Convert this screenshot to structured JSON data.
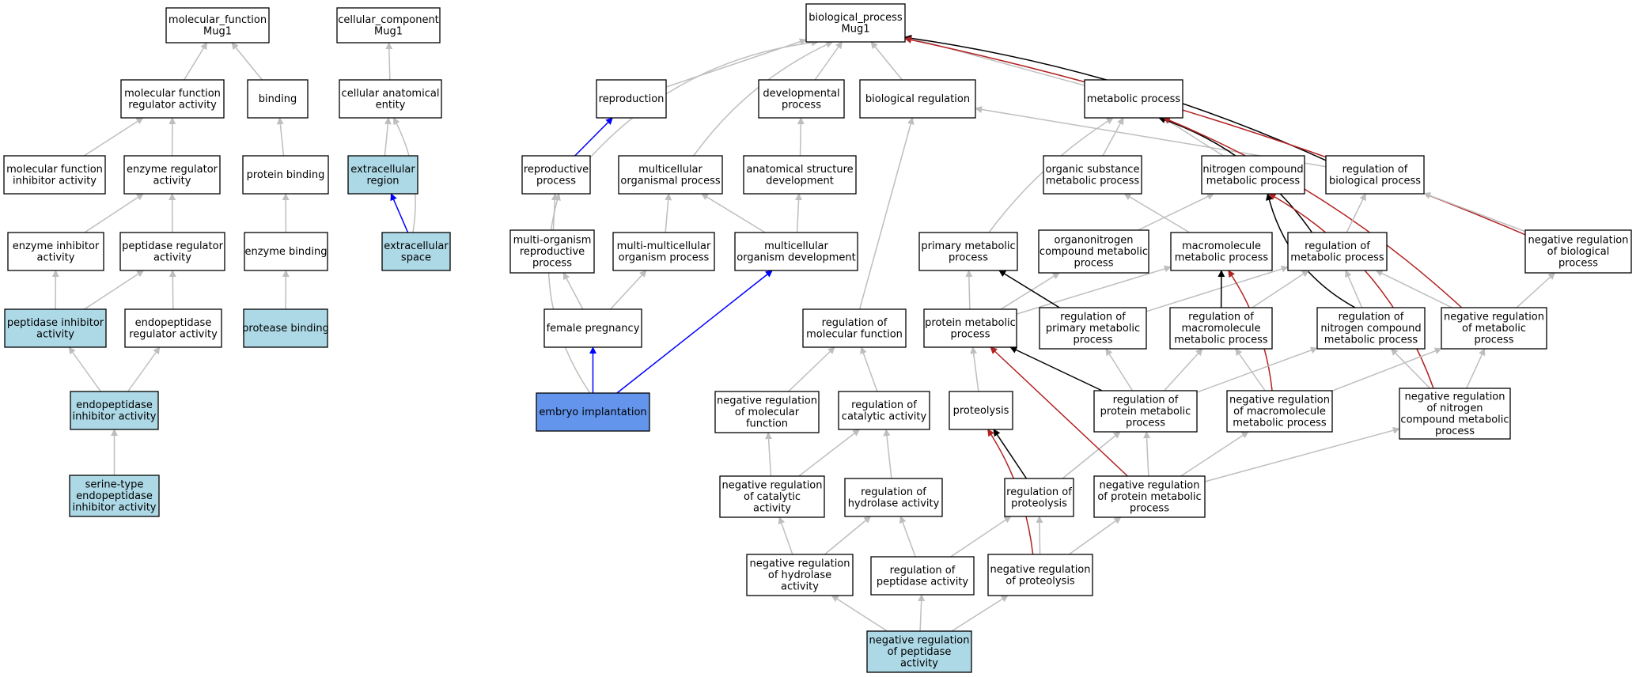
{
  "colors": {
    "default_fill": "#ffffff",
    "highlight_fill": "#add8e6",
    "focus_fill": "#6495ed",
    "is_a": "#bebebe",
    "part_of": "#0000ff",
    "regulates": "#000000",
    "negatively_regulates": "#b22222"
  },
  "nodes": [
    {
      "id": "mf_root",
      "lines": [
        "molecular_function",
        "Mug1"
      ],
      "style": "default"
    },
    {
      "id": "cc_root",
      "lines": [
        "cellular_component",
        "Mug1"
      ],
      "style": "default"
    },
    {
      "id": "bp_root",
      "lines": [
        "biological_process",
        "Mug1"
      ],
      "style": "default"
    },
    {
      "id": "mf_reg",
      "lines": [
        "molecular function",
        "regulator activity"
      ],
      "style": "default"
    },
    {
      "id": "binding",
      "lines": [
        "binding"
      ],
      "style": "default"
    },
    {
      "id": "cell_anat",
      "lines": [
        "cellular anatomical",
        "entity"
      ],
      "style": "default"
    },
    {
      "id": "reproduction",
      "lines": [
        "reproduction"
      ],
      "style": "default"
    },
    {
      "id": "dev_proc",
      "lines": [
        "developmental",
        "process"
      ],
      "style": "default"
    },
    {
      "id": "bio_reg",
      "lines": [
        "biological regulation"
      ],
      "style": "default"
    },
    {
      "id": "metab",
      "lines": [
        "metabolic process"
      ],
      "style": "default"
    },
    {
      "id": "mf_inhib",
      "lines": [
        "molecular function",
        "inhibitor activity"
      ],
      "style": "default"
    },
    {
      "id": "enz_reg",
      "lines": [
        "enzyme regulator",
        "activity"
      ],
      "style": "default"
    },
    {
      "id": "prot_bind",
      "lines": [
        "protein binding"
      ],
      "style": "default"
    },
    {
      "id": "extracell_region",
      "lines": [
        "extracellular",
        "region"
      ],
      "style": "highlight"
    },
    {
      "id": "repro_proc",
      "lines": [
        "reproductive",
        "process"
      ],
      "style": "default"
    },
    {
      "id": "multicell_org",
      "lines": [
        "multicellular",
        "organismal process"
      ],
      "style": "default"
    },
    {
      "id": "anat_dev",
      "lines": [
        "anatomical structure",
        "development"
      ],
      "style": "default"
    },
    {
      "id": "org_subst",
      "lines": [
        "organic substance",
        "metabolic process"
      ],
      "style": "default"
    },
    {
      "id": "nitro_comp",
      "lines": [
        "nitrogen compound",
        "metabolic process"
      ],
      "style": "default"
    },
    {
      "id": "reg_bio",
      "lines": [
        "regulation of",
        "biological process"
      ],
      "style": "default"
    },
    {
      "id": "enz_inhib",
      "lines": [
        "enzyme inhibitor",
        "activity"
      ],
      "style": "default"
    },
    {
      "id": "pep_reg",
      "lines": [
        "peptidase regulator",
        "activity"
      ],
      "style": "default"
    },
    {
      "id": "enz_bind",
      "lines": [
        "enzyme binding"
      ],
      "style": "default"
    },
    {
      "id": "extracell_space",
      "lines": [
        "extracellular",
        "space"
      ],
      "style": "highlight"
    },
    {
      "id": "multi_org_repro",
      "lines": [
        "multi-organism",
        "reproductive",
        "process"
      ],
      "style": "default"
    },
    {
      "id": "multi_multi",
      "lines": [
        "multi-multicellular",
        "organism process"
      ],
      "style": "default"
    },
    {
      "id": "multicell_dev",
      "lines": [
        "multicellular",
        "organism development"
      ],
      "style": "default"
    },
    {
      "id": "prim_metab",
      "lines": [
        "primary metabolic",
        "process"
      ],
      "style": "default"
    },
    {
      "id": "organonitro",
      "lines": [
        "organonitrogen",
        "compound metabolic",
        "process"
      ],
      "style": "default"
    },
    {
      "id": "macromol",
      "lines": [
        "macromolecule",
        "metabolic process"
      ],
      "style": "default"
    },
    {
      "id": "reg_metab",
      "lines": [
        "regulation of",
        "metabolic process"
      ],
      "style": "default"
    },
    {
      "id": "neg_reg_bio",
      "lines": [
        "negative regulation",
        "of biological",
        "process"
      ],
      "style": "default"
    },
    {
      "id": "pep_inhib",
      "lines": [
        "peptidase inhibitor",
        "activity"
      ],
      "style": "highlight"
    },
    {
      "id": "endopep_reg",
      "lines": [
        "endopeptidase",
        "regulator activity"
      ],
      "style": "default"
    },
    {
      "id": "protease_bind",
      "lines": [
        "protease binding"
      ],
      "style": "highlight"
    },
    {
      "id": "female_preg",
      "lines": [
        "female pregnancy"
      ],
      "style": "default"
    },
    {
      "id": "reg_mol_func",
      "lines": [
        "regulation of",
        "molecular function"
      ],
      "style": "default"
    },
    {
      "id": "prot_metab",
      "lines": [
        "protein metabolic",
        "process"
      ],
      "style": "default"
    },
    {
      "id": "reg_prim_metab",
      "lines": [
        "regulation of",
        "primary metabolic",
        "process"
      ],
      "style": "default"
    },
    {
      "id": "reg_macromol",
      "lines": [
        "regulation of",
        "macromolecule",
        "metabolic process"
      ],
      "style": "default"
    },
    {
      "id": "reg_nitro",
      "lines": [
        "regulation of",
        "nitrogen compound",
        "metabolic process"
      ],
      "style": "default"
    },
    {
      "id": "neg_reg_metab",
      "lines": [
        "negative regulation",
        "of metabolic",
        "process"
      ],
      "style": "default"
    },
    {
      "id": "endopep_inhib",
      "lines": [
        "endopeptidase",
        "inhibitor activity"
      ],
      "style": "highlight"
    },
    {
      "id": "embryo_impl",
      "lines": [
        "embryo implantation"
      ],
      "style": "focus"
    },
    {
      "id": "neg_reg_mol_func",
      "lines": [
        "negative regulation",
        "of molecular",
        "function"
      ],
      "style": "default"
    },
    {
      "id": "reg_cat",
      "lines": [
        "regulation of",
        "catalytic activity"
      ],
      "style": "default"
    },
    {
      "id": "proteolysis",
      "lines": [
        "proteolysis"
      ],
      "style": "default"
    },
    {
      "id": "reg_prot_metab",
      "lines": [
        "regulation of",
        "protein metabolic",
        "process"
      ],
      "style": "default"
    },
    {
      "id": "neg_reg_macromol",
      "lines": [
        "negative regulation",
        "of macromolecule",
        "metabolic process"
      ],
      "style": "default"
    },
    {
      "id": "neg_reg_nitro",
      "lines": [
        "negative regulation",
        "of nitrogen",
        "compound metabolic",
        "process"
      ],
      "style": "default"
    },
    {
      "id": "serine_endopep",
      "lines": [
        "serine-type",
        "endopeptidase",
        "inhibitor activity"
      ],
      "style": "highlight"
    },
    {
      "id": "neg_reg_cat",
      "lines": [
        "negative regulation",
        "of catalytic",
        "activity"
      ],
      "style": "default"
    },
    {
      "id": "reg_hydro",
      "lines": [
        "regulation of",
        "hydrolase activity"
      ],
      "style": "default"
    },
    {
      "id": "reg_proteolysis",
      "lines": [
        "regulation of",
        "proteolysis"
      ],
      "style": "default"
    },
    {
      "id": "neg_reg_prot_metab",
      "lines": [
        "negative regulation",
        "of protein metabolic",
        "process"
      ],
      "style": "default"
    },
    {
      "id": "neg_reg_hydro",
      "lines": [
        "negative regulation",
        "of hydrolase",
        "activity"
      ],
      "style": "default"
    },
    {
      "id": "reg_pep",
      "lines": [
        "regulation of",
        "peptidase activity"
      ],
      "style": "default"
    },
    {
      "id": "neg_reg_proteolysis",
      "lines": [
        "negative regulation",
        "of proteolysis"
      ],
      "style": "default"
    },
    {
      "id": "neg_reg_pep",
      "lines": [
        "negative regulation",
        "of peptidase",
        "activity"
      ],
      "style": "highlight"
    }
  ],
  "edges": [
    {
      "from": "mf_reg",
      "to": "mf_root",
      "type": "is_a"
    },
    {
      "from": "binding",
      "to": "mf_root",
      "type": "is_a"
    },
    {
      "from": "cell_anat",
      "to": "cc_root",
      "type": "is_a"
    },
    {
      "from": "mf_inhib",
      "to": "mf_reg",
      "type": "is_a"
    },
    {
      "from": "enz_reg",
      "to": "mf_reg",
      "type": "is_a"
    },
    {
      "from": "prot_bind",
      "to": "binding",
      "type": "is_a"
    },
    {
      "from": "extracell_region",
      "to": "cell_anat",
      "type": "is_a"
    },
    {
      "from": "extracell_space",
      "to": "cell_anat",
      "type": "is_a"
    },
    {
      "from": "extracell_space",
      "to": "extracell_region",
      "type": "part_of"
    },
    {
      "from": "enz_inhib",
      "to": "enz_reg",
      "type": "is_a"
    },
    {
      "from": "pep_reg",
      "to": "enz_reg",
      "type": "is_a"
    },
    {
      "from": "enz_bind",
      "to": "prot_bind",
      "type": "is_a"
    },
    {
      "from": "pep_inhib",
      "to": "enz_inhib",
      "type": "is_a"
    },
    {
      "from": "pep_inhib",
      "to": "pep_reg",
      "type": "is_a"
    },
    {
      "from": "endopep_reg",
      "to": "pep_reg",
      "type": "is_a"
    },
    {
      "from": "protease_bind",
      "to": "enz_bind",
      "type": "is_a"
    },
    {
      "from": "endopep_inhib",
      "to": "pep_inhib",
      "type": "is_a"
    },
    {
      "from": "endopep_inhib",
      "to": "endopep_reg",
      "type": "is_a"
    },
    {
      "from": "serine_endopep",
      "to": "endopep_inhib",
      "type": "is_a"
    },
    {
      "from": "reproduction",
      "to": "bp_root",
      "type": "is_a"
    },
    {
      "from": "dev_proc",
      "to": "bp_root",
      "type": "is_a"
    },
    {
      "from": "bio_reg",
      "to": "bp_root",
      "type": "is_a"
    },
    {
      "from": "metab",
      "to": "bp_root",
      "type": "is_a"
    },
    {
      "from": "repro_proc",
      "to": "bp_root",
      "type": "is_a"
    },
    {
      "from": "multicell_org",
      "to": "bp_root",
      "type": "is_a"
    },
    {
      "from": "reg_bio",
      "to": "bp_root",
      "type": "regulates"
    },
    {
      "from": "neg_reg_bio",
      "to": "bp_root",
      "type": "negatively_regulates"
    },
    {
      "from": "repro_proc",
      "to": "reproduction",
      "type": "part_of"
    },
    {
      "from": "anat_dev",
      "to": "dev_proc",
      "type": "is_a"
    },
    {
      "from": "reg_bio",
      "to": "bio_reg",
      "type": "is_a"
    },
    {
      "from": "reg_mol_func",
      "to": "bio_reg",
      "type": "is_a"
    },
    {
      "from": "org_subst",
      "to": "metab",
      "type": "is_a"
    },
    {
      "from": "nitro_comp",
      "to": "metab",
      "type": "is_a"
    },
    {
      "from": "prim_metab",
      "to": "metab",
      "type": "is_a"
    },
    {
      "from": "reg_metab",
      "to": "metab",
      "type": "regulates"
    },
    {
      "from": "neg_reg_metab",
      "to": "metab",
      "type": "negatively_regulates"
    },
    {
      "from": "multi_org_repro",
      "to": "repro_proc",
      "type": "is_a"
    },
    {
      "from": "embryo_impl",
      "to": "repro_proc",
      "type": "is_a"
    },
    {
      "from": "multi_multi",
      "to": "multicell_org",
      "type": "is_a"
    },
    {
      "from": "multicell_dev",
      "to": "multicell_org",
      "type": "is_a"
    },
    {
      "from": "multicell_dev",
      "to": "anat_dev",
      "type": "is_a"
    },
    {
      "from": "organonitro",
      "to": "nitro_comp",
      "type": "is_a"
    },
    {
      "from": "macromol",
      "to": "org_subst",
      "type": "is_a"
    },
    {
      "from": "reg_nitro",
      "to": "nitro_comp",
      "type": "regulates"
    },
    {
      "from": "neg_reg_nitro",
      "to": "nitro_comp",
      "type": "negatively_regulates"
    },
    {
      "from": "reg_metab",
      "to": "reg_bio",
      "type": "is_a"
    },
    {
      "from": "neg_reg_bio",
      "to": "reg_bio",
      "type": "is_a"
    },
    {
      "from": "female_preg",
      "to": "multi_org_repro",
      "type": "is_a"
    },
    {
      "from": "female_preg",
      "to": "multi_multi",
      "type": "is_a"
    },
    {
      "from": "embryo_impl",
      "to": "female_preg",
      "type": "part_of"
    },
    {
      "from": "embryo_impl",
      "to": "multicell_dev",
      "type": "part_of"
    },
    {
      "from": "prot_metab",
      "to": "prim_metab",
      "type": "is_a"
    },
    {
      "from": "prot_metab",
      "to": "organonitro",
      "type": "is_a"
    },
    {
      "from": "prot_metab",
      "to": "macromol",
      "type": "is_a"
    },
    {
      "from": "reg_prim_metab",
      "to": "prim_metab",
      "type": "regulates"
    },
    {
      "from": "reg_prim_metab",
      "to": "reg_metab",
      "type": "is_a"
    },
    {
      "from": "reg_macromol",
      "to": "macromol",
      "type": "regulates"
    },
    {
      "from": "reg_macromol",
      "to": "reg_metab",
      "type": "is_a"
    },
    {
      "from": "neg_reg_macromol",
      "to": "macromol",
      "type": "negatively_regulates"
    },
    {
      "from": "reg_nitro",
      "to": "reg_metab",
      "type": "is_a"
    },
    {
      "from": "neg_reg_metab",
      "to": "reg_metab",
      "type": "is_a"
    },
    {
      "from": "neg_reg_metab",
      "to": "neg_reg_bio",
      "type": "is_a"
    },
    {
      "from": "neg_reg_macromol",
      "to": "neg_reg_metab",
      "type": "is_a"
    },
    {
      "from": "neg_reg_nitro",
      "to": "reg_nitro",
      "type": "is_a"
    },
    {
      "from": "neg_reg_nitro",
      "to": "neg_reg_metab",
      "type": "is_a"
    },
    {
      "from": "neg_reg_macromol",
      "to": "reg_macromol",
      "type": "is_a"
    },
    {
      "from": "reg_prot_metab",
      "to": "prot_metab",
      "type": "regulates"
    },
    {
      "from": "reg_prot_metab",
      "to": "reg_prim_metab",
      "type": "is_a"
    },
    {
      "from": "reg_prot_metab",
      "to": "reg_macromol",
      "type": "is_a"
    },
    {
      "from": "reg_prot_metab",
      "to": "reg_nitro",
      "type": "is_a"
    },
    {
      "from": "proteolysis",
      "to": "prot_metab",
      "type": "is_a"
    },
    {
      "from": "neg_reg_mol_func",
      "to": "reg_mol_func",
      "type": "is_a"
    },
    {
      "from": "reg_cat",
      "to": "reg_mol_func",
      "type": "is_a"
    },
    {
      "from": "neg_reg_cat",
      "to": "neg_reg_mol_func",
      "type": "is_a"
    },
    {
      "from": "neg_reg_cat",
      "to": "reg_cat",
      "type": "is_a"
    },
    {
      "from": "reg_hydro",
      "to": "reg_cat",
      "type": "is_a"
    },
    {
      "from": "reg_proteolysis",
      "to": "proteolysis",
      "type": "regulates"
    },
    {
      "from": "reg_proteolysis",
      "to": "reg_prot_metab",
      "type": "is_a"
    },
    {
      "from": "neg_reg_prot_metab",
      "to": "reg_prot_metab",
      "type": "is_a"
    },
    {
      "from": "neg_reg_prot_metab",
      "to": "prot_metab",
      "type": "negatively_regulates"
    },
    {
      "from": "neg_reg_prot_metab",
      "to": "neg_reg_macromol",
      "type": "is_a"
    },
    {
      "from": "neg_reg_prot_metab",
      "to": "neg_reg_nitro",
      "type": "is_a"
    },
    {
      "from": "neg_reg_hydro",
      "to": "neg_reg_cat",
      "type": "is_a"
    },
    {
      "from": "neg_reg_hydro",
      "to": "reg_hydro",
      "type": "is_a"
    },
    {
      "from": "reg_pep",
      "to": "reg_hydro",
      "type": "is_a"
    },
    {
      "from": "reg_pep",
      "to": "reg_proteolysis",
      "type": "is_a"
    },
    {
      "from": "neg_reg_proteolysis",
      "to": "reg_proteolysis",
      "type": "is_a"
    },
    {
      "from": "neg_reg_proteolysis",
      "to": "proteolysis",
      "type": "negatively_regulates"
    },
    {
      "from": "neg_reg_proteolysis",
      "to": "neg_reg_prot_metab",
      "type": "is_a"
    },
    {
      "from": "neg_reg_pep",
      "to": "neg_reg_hydro",
      "type": "is_a"
    },
    {
      "from": "neg_reg_pep",
      "to": "reg_pep",
      "type": "is_a"
    },
    {
      "from": "neg_reg_pep",
      "to": "neg_reg_proteolysis",
      "type": "is_a"
    }
  ]
}
